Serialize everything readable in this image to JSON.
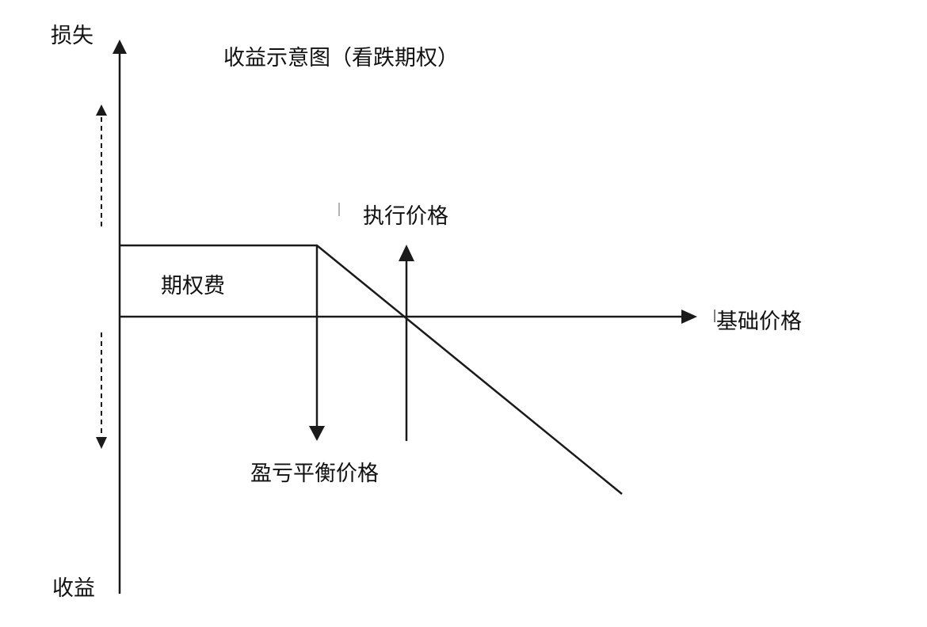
{
  "title": "收益示意图（看跌期权）",
  "y_axis": {
    "top_label": "损失",
    "bottom_label": "收益"
  },
  "x_axis": {
    "label": "基础价格"
  },
  "annotations": {
    "premium": "期权费",
    "strike_price": "执行价格",
    "breakeven_price": "盈亏平衡价格"
  },
  "colors": {
    "line": "#1a1a1a",
    "background": "#ffffff"
  }
}
